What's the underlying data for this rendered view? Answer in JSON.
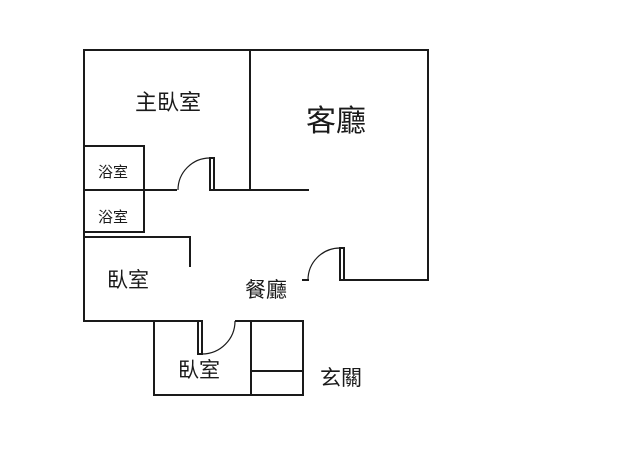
{
  "rooms": {
    "master_bedroom": "主臥室",
    "living_room": "客廳",
    "bathroom_1": "浴室",
    "bathroom_2": "浴室",
    "bedroom_1": "臥室",
    "dining_room": "餐廳",
    "bedroom_2": "臥室",
    "entrance": "玄關"
  },
  "colors": {
    "wall": "#1a1a1a",
    "background": "#ffffff"
  }
}
